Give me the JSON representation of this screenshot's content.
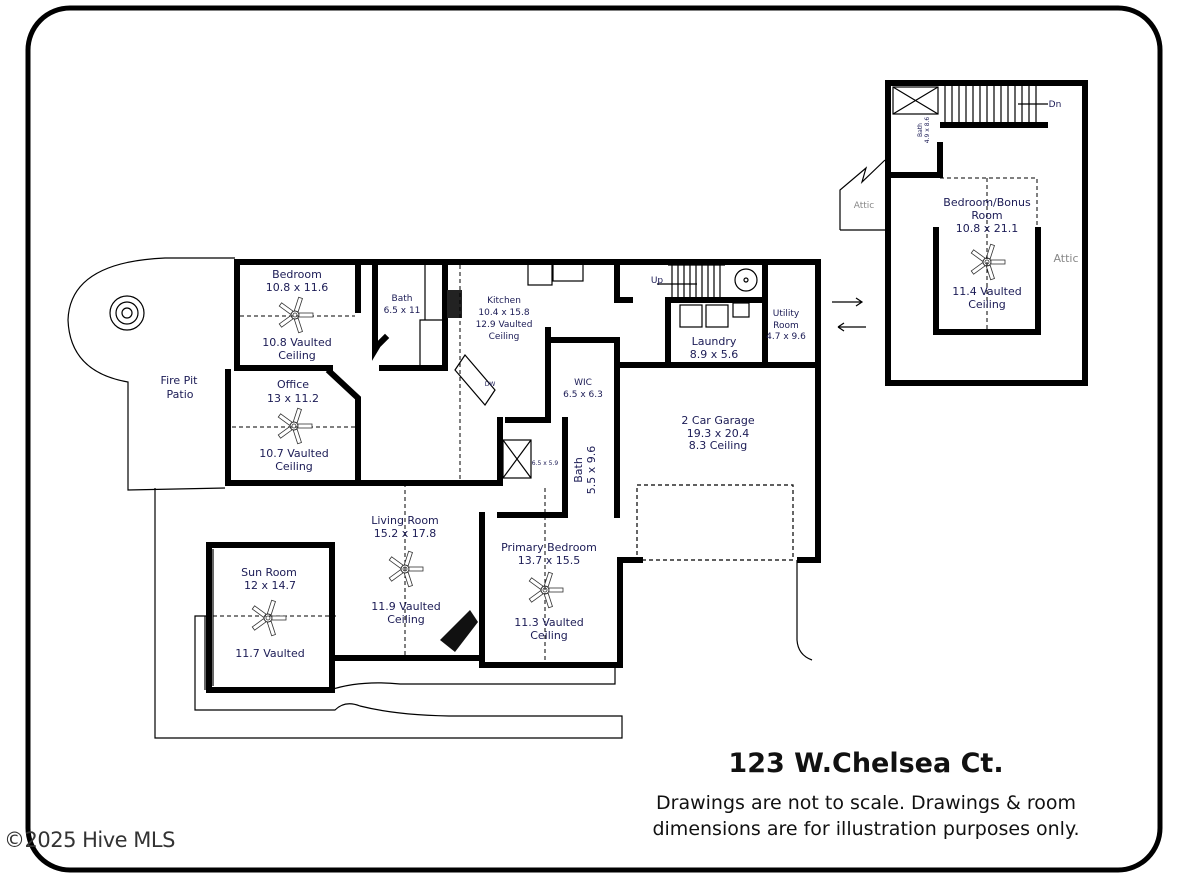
{
  "main_floor": {
    "bedroom": {
      "name": "Bedroom",
      "size": "10.8 x 11.6",
      "ceiling1": "10.8 Vaulted",
      "ceiling2": "Ceiling"
    },
    "bath1": {
      "name": "Bath",
      "size": "6.5 x 11"
    },
    "kitchen": {
      "name": "Kitchen",
      "size": "10.4 x 15.8",
      "ceiling1": "12.9 Vaulted",
      "ceiling2": "Ceiling",
      "appliance": "DW"
    },
    "office": {
      "name": "Office",
      "size": "13 x 11.2",
      "ceiling1": "10.7 Vaulted",
      "ceiling2": "Ceiling"
    },
    "patio": {
      "line1": "Fire Pit",
      "line2": "Patio"
    },
    "wic": {
      "name": "WIC",
      "size": "6.5 x 6.3"
    },
    "shower": {
      "size": "6.5 x 5.9"
    },
    "bath2": {
      "name": "Bath",
      "size": "5.5 x 9.6"
    },
    "utility": {
      "name1": "Utility",
      "name2": "Room",
      "size": "4.7 x 9.6"
    },
    "laundry": {
      "name": "Laundry",
      "size": "8.9 x 5.6"
    },
    "stairs": {
      "label": "Up"
    },
    "garage": {
      "name": "2 Car Garage",
      "size": "19.3 x 20.4",
      "ceiling": "8.3 Ceiling"
    },
    "living": {
      "name": "Living Room",
      "size": "15.2 x 17.8",
      "ceiling1": "11.9 Vaulted",
      "ceiling2": "Ceiling"
    },
    "primary": {
      "name": "Primary Bedroom",
      "size": "13.7 x 15.5",
      "ceiling1": "11.3 Vaulted",
      "ceiling2": "Ceiling"
    },
    "sunroom": {
      "name": "Sun Room",
      "size": "12 x 14.7",
      "ceiling1": "11.7 Vaulted"
    }
  },
  "upper_floor": {
    "bonus": {
      "name1": "Bedroom/Bonus",
      "name2": "Room",
      "size": "10.8 x 21.1",
      "ceiling1": "11.4 Vaulted",
      "ceiling2": "Ceiling"
    },
    "bath": {
      "name": "Bath",
      "size": "4.9 x 8.6"
    },
    "attic_left": "Attic",
    "attic_right": "Attic",
    "stairs": {
      "label": "Dn"
    }
  },
  "title": "123 W.Chelsea Ct.",
  "disclaimer": {
    "line1": "Drawings are not to scale. Drawings & room",
    "line2": "dimensions are for illustration purposes only."
  },
  "watermark": "©2025 Hive MLS",
  "colors": {
    "label_text": "#1b1b55",
    "walls": "#000000",
    "attic_text": "#888888"
  }
}
